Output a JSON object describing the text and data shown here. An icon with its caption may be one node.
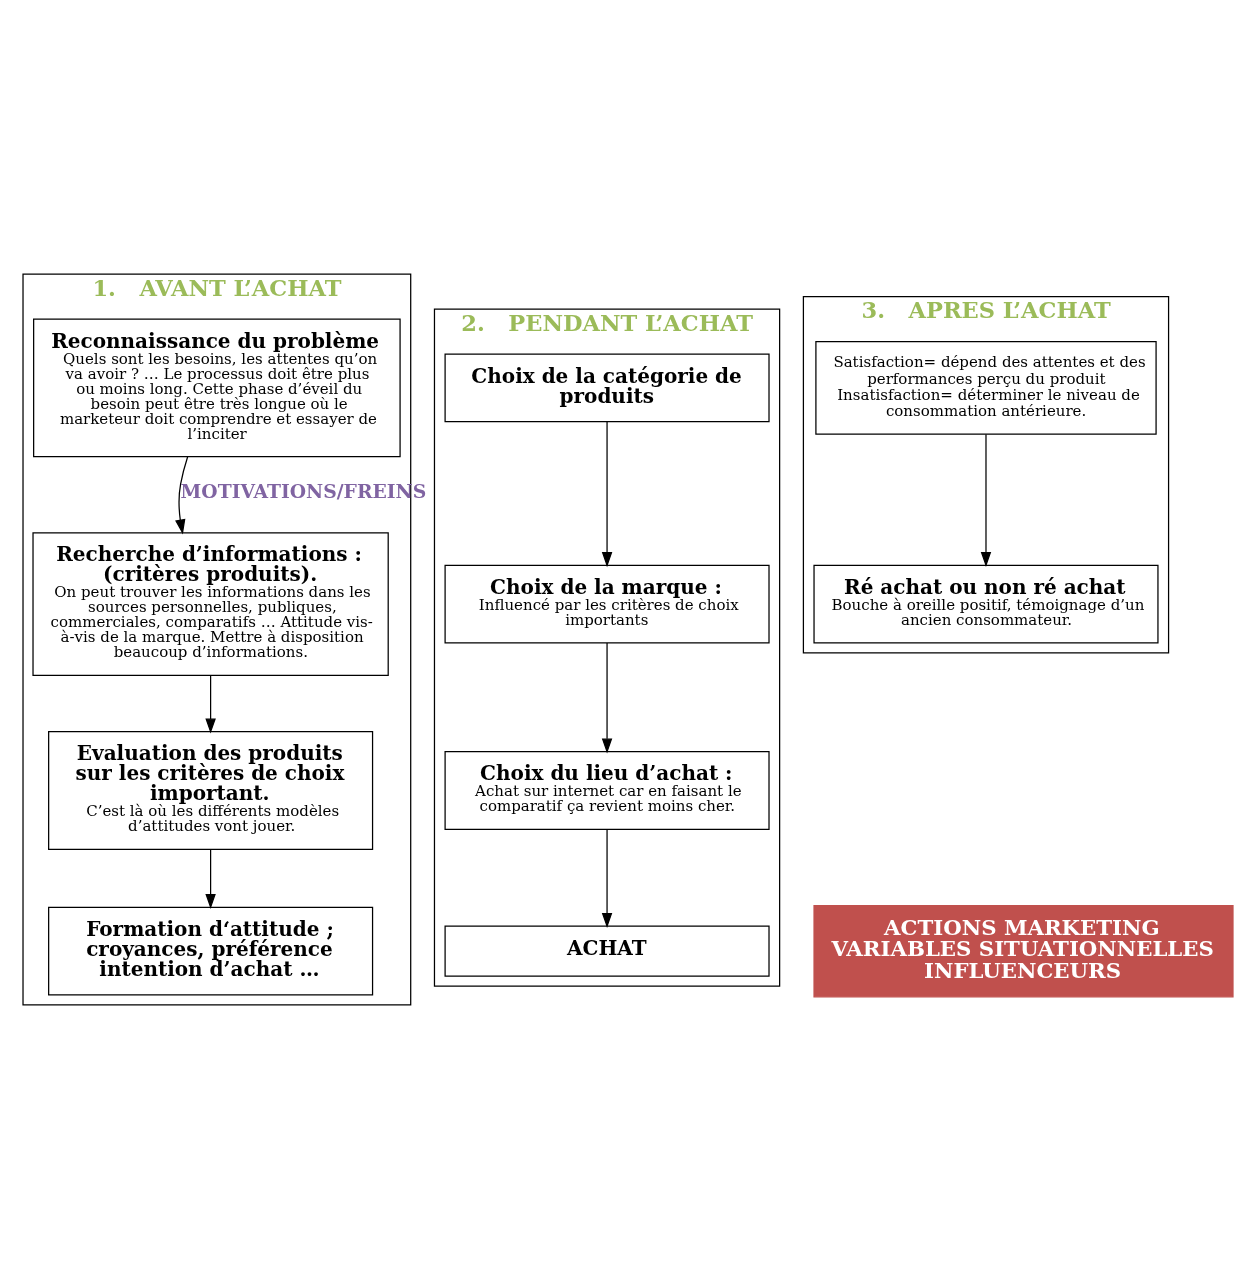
{
  "diagram": {
    "nodes": [
      {
        "text": [
          "1.   AVANT L’ACHAT"
        ]
      },
      {
        "text": [
          "Reconnaissance du problème",
          "Quels sont les besoins, les attentes qu’on va avoir ? … Le processus doit être plus ou moins long. Cette phase d’éveil du besoin peut être très longue où le marketeur doit comprendre et essayer de l’inciter"
        ],
        "in": 0
      },
      {
        "text": [
          "Recherche d’informations : (critères produits).",
          "On peut trouver les informations dans les sources personnelles, publiques, commerciales, comparatifs … Attitude vis-à-vis de la marque. Mettre à disposition beaucoup d’informations."
        ],
        "in": 0
      },
      {
        "text": [
          "Evaluation des produits sur les critères de choix important.",
          "C’est là où les différents modèles d’attitudes vont jouer."
        ],
        "in": 0
      },
      {
        "text": [
          "Formation d‘attitude ; croyances, préférence intention d’achat …"
        ],
        "in": 0
      },
      {
        "text": [
          "2.   PENDANT L’ACHAT"
        ]
      },
      {
        "text": [
          "Choix de la catégorie de produits"
        ],
        "in": 5
      },
      {
        "text": [
          "Choix de la marque :",
          "Influencé par les critères de choix importants"
        ],
        "in": 5
      },
      {
        "text": [
          "Choix du lieu d’achat :",
          "Achat sur internet car en faisant le comparatif ça revient moins cher."
        ],
        "in": 5
      },
      {
        "text": [
          "ACHAT"
        ],
        "in": 5
      },
      {
        "text": [
          "3.   APRES L’ACHAT"
        ]
      },
      {
        "text": [
          "Satisfaction= dépend des attentes et des performances perçu du produit",
          "Insatisfaction= déterminer le niveau de consommation antérieure."
        ],
        "in": 10
      },
      {
        "text": [
          "Ré achat ou non ré achat",
          "Bouche à oreille positif, témoignage d’un ancien consommateur."
        ],
        "in": 10
      },
      {
        "text": [
          "ACTIONS MARKETING",
          "VARIABLES SITUATIONNELLES",
          "INFLUENCEURS"
        ]
      }
    ],
    "edges": [
      {
        "from": 1,
        "to": 2,
        "arrow": "to",
        "label": "MOTIVATIONS/FREINS"
      },
      {
        "from": 2,
        "to": 3,
        "arrow": "to"
      },
      {
        "from": 3,
        "to": 4,
        "arrow": "to"
      },
      {
        "from": 6,
        "to": 7,
        "arrow": "to"
      },
      {
        "from": 7,
        "to": 8,
        "arrow": "to"
      },
      {
        "from": 8,
        "to": 9,
        "arrow": "to"
      },
      {
        "from": 11,
        "to": 12,
        "arrow": "to"
      }
    ]
  }
}
